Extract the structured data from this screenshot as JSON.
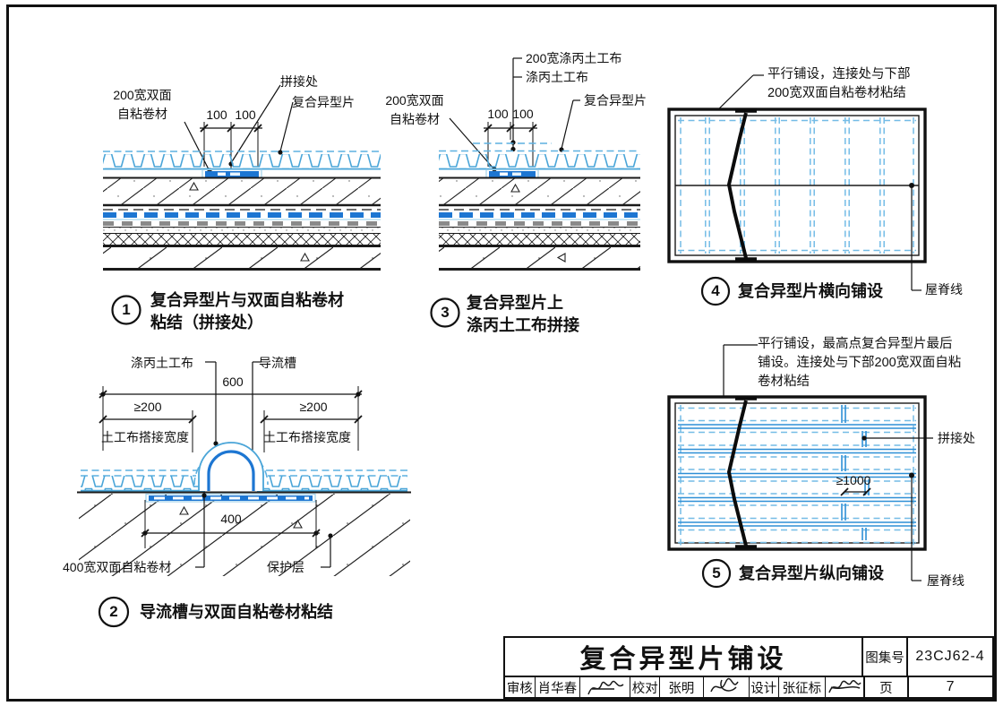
{
  "colors": {
    "light_blue": "#4aa5d8",
    "pale_blue_dash": "#74bce6",
    "bright_blue": "#1d76d2",
    "line_black": "#1a1a1a",
    "gray": "#8a8a8a"
  },
  "detail1": {
    "number": "1",
    "caption_line1": "复合异型片与双面自粘卷材",
    "caption_line2": "粘结（拼接处）",
    "label_sam_line1": "200宽双面",
    "label_sam_line2": "自粘卷材",
    "label_joint": "拼接处",
    "label_sheet": "复合异型片",
    "dim_left": "100",
    "dim_right": "100"
  },
  "detail2": {
    "number": "2",
    "caption": "导流槽与双面自粘卷材粘结",
    "label_geotextile": "涤丙土工布",
    "label_channel": "导流槽",
    "dim_600": "600",
    "dim_200_left": "≥200",
    "dim_200_right": "≥200",
    "label_lap_left": "土工布搭接宽度",
    "label_lap_right": "土工布搭接宽度",
    "dim_400": "400",
    "label_sam400": "400宽双面自粘卷材",
    "label_protection": "保护层"
  },
  "detail3": {
    "number": "3",
    "caption_line1": "复合异型片上",
    "caption_line2": "涤丙土工布拼接",
    "label_geo200": "200宽涤丙土工布",
    "label_geo": "涤丙土工布",
    "label_sam_line1": "200宽双面",
    "label_sam_line2": "自粘卷材",
    "label_sheet": "复合异型片",
    "dim_left": "100",
    "dim_right": "100"
  },
  "detail4": {
    "number": "4",
    "caption": "复合异型片横向铺设",
    "note_line1": "平行铺设，连接处与下部",
    "note_line2": "200宽双面自粘卷材粘结",
    "label_ridge": "屋脊线"
  },
  "detail5": {
    "number": "5",
    "caption": "复合异型片纵向铺设",
    "note_line1": "平行铺设，最高点复合异型片最后",
    "note_line2": "铺设。连接处与下部200宽双面自粘",
    "note_line3": "卷材粘结",
    "label_joint": "拼接处",
    "dim_1000": "≥1000",
    "label_ridge": "屋脊线"
  },
  "titleblock": {
    "title": "复合异型片铺设",
    "atlas_label": "图集号",
    "atlas_no": "23CJ62-4",
    "page_label": "页",
    "page_no": "7",
    "review_label": "审核",
    "review_name": "肖华春",
    "check_label": "校对",
    "check_name": "张明",
    "design_label": "设计",
    "design_name": "张征标"
  }
}
